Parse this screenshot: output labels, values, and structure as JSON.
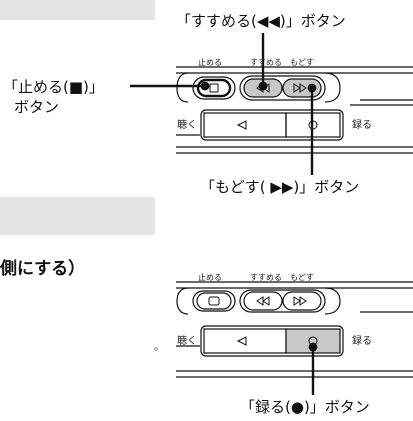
{
  "left_column": {
    "heading_fragment": "側にする）",
    "period": "。"
  },
  "top_panel": {
    "callout_advance": "「すすめる(◀◀)」ボタン",
    "callout_stop_line1": "「止める(■)」",
    "callout_stop_line2": "ボタン",
    "callout_rewind": "「もどす( ▶▶)」ボタン",
    "label_stop": "止める",
    "label_advance": "すすめる",
    "label_rewind": "もどす",
    "label_listen": "聴く",
    "label_record": "録る"
  },
  "bottom_panel": {
    "label_stop": "止める",
    "label_advance": "すすめる",
    "label_rewind": "もどす",
    "label_listen": "聴く",
    "label_record": "録る",
    "callout_record": "「録る(●)」ボタン"
  },
  "colors": {
    "band_gray": "#e4e4e4",
    "button_gray": "#c8c8c8",
    "line": "#111111"
  },
  "icons": [
    "stop-square-icon",
    "advance-arrows-icon",
    "rewind-arrows-icon",
    "play-triangle-icon",
    "record-circle-icon"
  ]
}
